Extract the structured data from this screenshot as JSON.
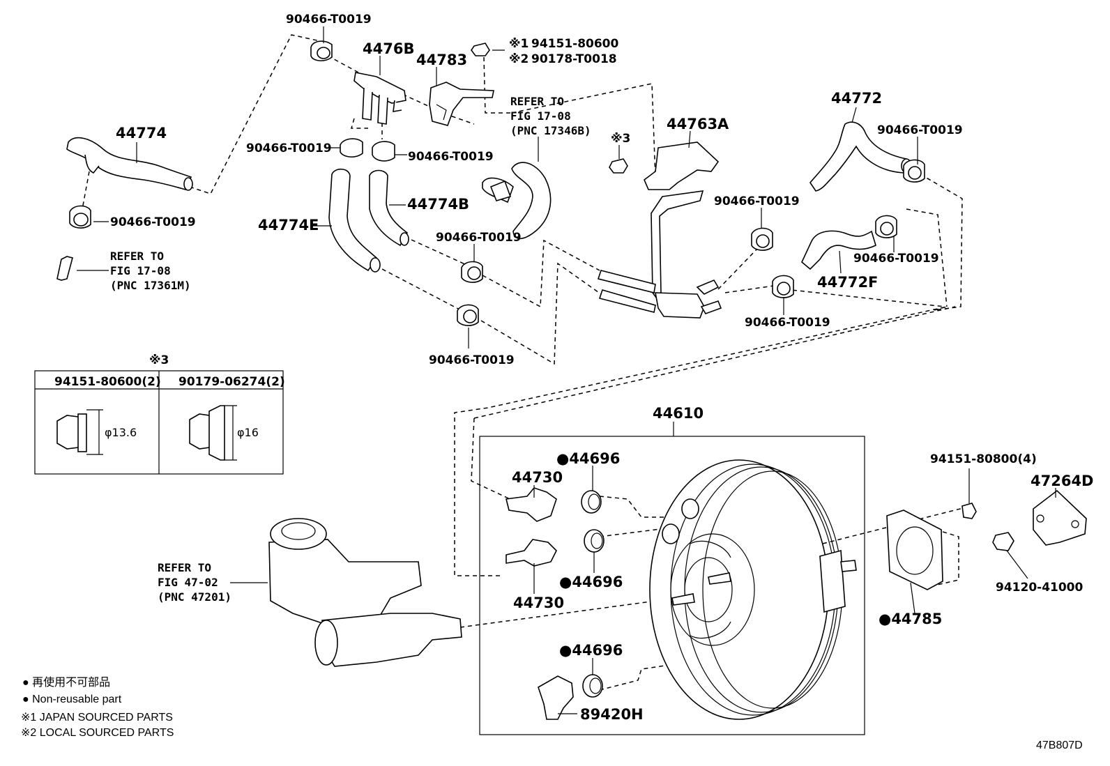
{
  "parts": {
    "clip_top": "90466-T0019",
    "p4476B": "4476B",
    "p44783": "44783",
    "jp_nut": "94151-80600",
    "local_nut": "90178-T0018",
    "mark1": "※1",
    "mark2": "※2",
    "mark3": "※3",
    "p44774": "44774",
    "clip_left_a": "90466-T0019",
    "clip_left_b": "90466-T0019",
    "clip_mid_a": "90466-T0019",
    "clip_bottom_left": "90466-T0019",
    "clip_mid_b": "90466-T0019",
    "clip_lower_mid": "90466-T0019",
    "p44774B": "44774B",
    "p44774E": "44774E",
    "p44763A": "44763A",
    "p44772": "44772",
    "clip_r1": "90466-T0019",
    "clip_r2": "90466-T0019",
    "clip_r3": "90466-T0019",
    "clip_r4": "90466-T0019",
    "p44772F": "44772F",
    "p44610": "44610",
    "p44696_a": "●44696",
    "p44696_b": "●44696",
    "p44696_c": "●44696",
    "p44730_a": "44730",
    "p44730_b": "44730",
    "p89420H": "89420H",
    "p44785": "●44785",
    "bolt4": "94151-80800(4)",
    "p47264D": "47264D",
    "nut41000": "94120-41000"
  },
  "refs": {
    "ref1": [
      "REFER TO",
      "FIG 17-08",
      "(PNC 17346B)"
    ],
    "ref2": [
      "REFER TO",
      "FIG 17-08",
      "(PNC 17361M)"
    ],
    "ref3": [
      "REFER TO",
      "FIG 47-02",
      "(PNC 47201)"
    ]
  },
  "table": {
    "caption": "※3",
    "col1": "94151-80600(2)",
    "col2": "90179-06274(2)",
    "dim1": "φ13.6",
    "dim2": "φ16"
  },
  "legend": {
    "jp": "● 再使用不可部品",
    "en": "● Non-reusable part",
    "l1": "※1 JAPAN SOURCED PARTS",
    "l2": "※2 LOCAL SOURCED PARTS"
  },
  "figure_id": "47B807D"
}
